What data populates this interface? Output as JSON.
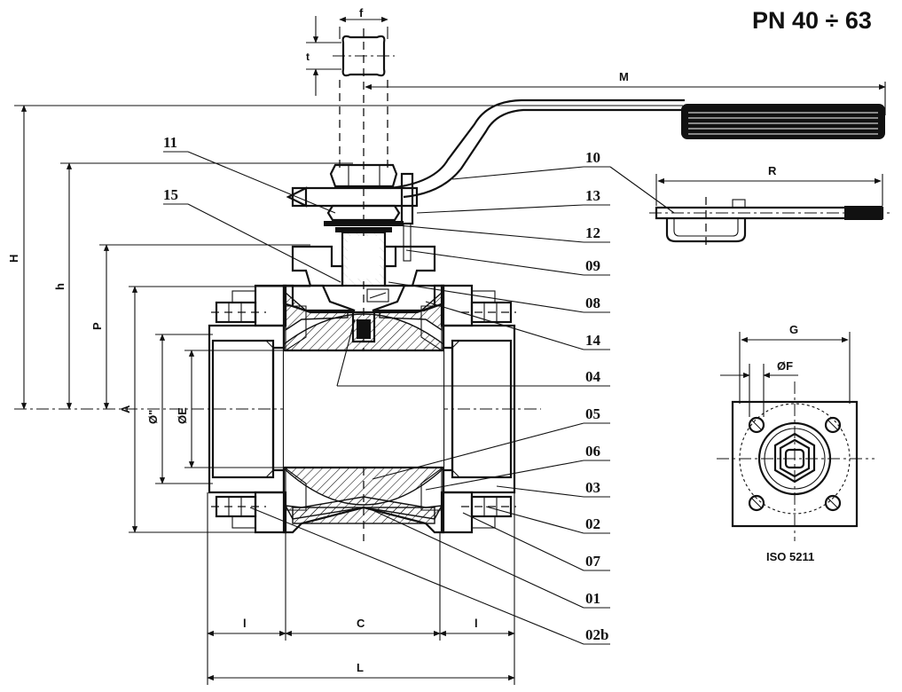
{
  "title": "PN 40 ÷ 63",
  "dimensions": {
    "f": "f",
    "t": "t",
    "M": "M",
    "H": "H",
    "h": "h",
    "P": "P",
    "A": "A",
    "D_quote": "Ø\"",
    "E": "ØE",
    "R": "R",
    "G": "G",
    "F": "ØF",
    "l_left": "l",
    "C": "C",
    "l_right": "l",
    "L": "L"
  },
  "parts": {
    "p11": "11",
    "p15": "15",
    "p10": "10",
    "p13": "13",
    "p12": "12",
    "p09": "09",
    "p08": "08",
    "p14": "14",
    "p04": "04",
    "p05": "05",
    "p06": "06",
    "p03": "03",
    "p02": "02",
    "p07": "07",
    "p01": "01",
    "p02b": "02b"
  },
  "flange_standard": "ISO 5211"
}
